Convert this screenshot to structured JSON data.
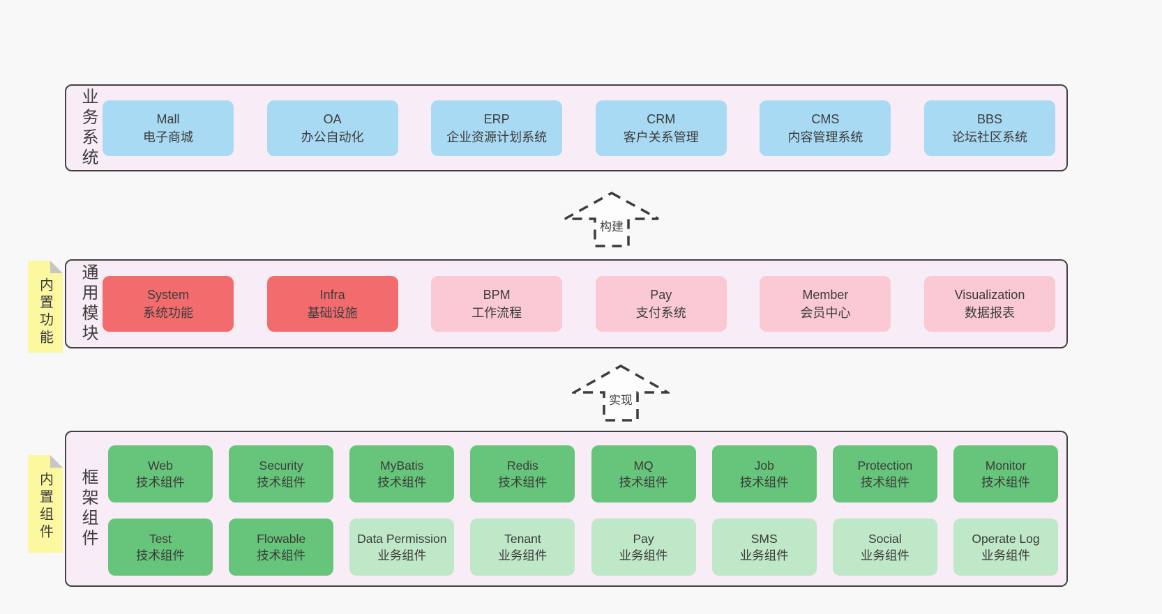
{
  "palette": {
    "page_bg": "#f8f8f8",
    "layer_bg": "#f8edf6",
    "layer_border": "#414141",
    "blue": "#a9daf3",
    "red": "#f26c6e",
    "pink": "#fac9d3",
    "green": "#66c57a",
    "light_green": "#bfe8c8",
    "note_yellow": "#fbf8a0",
    "note_fold_gray": "#c6c6c6",
    "text": "#3b3b3b"
  },
  "arrows": [
    {
      "label": "构建"
    },
    {
      "label": "实现"
    }
  ],
  "layers": [
    {
      "label": "业务系统",
      "boxes": [
        {
          "title": "Mall",
          "subtitle": "电子商城"
        },
        {
          "title": "OA",
          "subtitle": "办公自动化"
        },
        {
          "title": "ERP",
          "subtitle": "企业资源计划系统"
        },
        {
          "title": "CRM",
          "subtitle": "客户关系管理"
        },
        {
          "title": "CMS",
          "subtitle": "内容管理系统"
        },
        {
          "title": "BBS",
          "subtitle": "论坛社区系统"
        }
      ]
    },
    {
      "label": "通用模块",
      "note": "内置功能",
      "boxes": [
        {
          "title": "System",
          "subtitle": "系统功能"
        },
        {
          "title": "Infra",
          "subtitle": "基础设施"
        },
        {
          "title": "BPM",
          "subtitle": "工作流程"
        },
        {
          "title": "Pay",
          "subtitle": "支付系统"
        },
        {
          "title": "Member",
          "subtitle": "会员中心"
        },
        {
          "title": "Visualization",
          "subtitle": "数据报表"
        }
      ]
    },
    {
      "label": "框架组件",
      "note": "内置组件",
      "boxes": [
        {
          "title": "Web",
          "subtitle": "技术组件"
        },
        {
          "title": "Security",
          "subtitle": "技术组件"
        },
        {
          "title": "MyBatis",
          "subtitle": "技术组件"
        },
        {
          "title": "Redis",
          "subtitle": "技术组件"
        },
        {
          "title": "MQ",
          "subtitle": "技术组件"
        },
        {
          "title": "Job",
          "subtitle": "技术组件"
        },
        {
          "title": "Protection",
          "subtitle": "技术组件"
        },
        {
          "title": "Monitor",
          "subtitle": "技术组件"
        },
        {
          "title": "Test",
          "subtitle": "技术组件"
        },
        {
          "title": "Flowable",
          "subtitle": "技术组件"
        },
        {
          "title": "Data Permission",
          "subtitle": "业务组件"
        },
        {
          "title": "Tenant",
          "subtitle": "业务组件"
        },
        {
          "title": "Pay",
          "subtitle": "业务组件"
        },
        {
          "title": "SMS",
          "subtitle": "业务组件"
        },
        {
          "title": "Social",
          "subtitle": "业务组件"
        },
        {
          "title": "Operate Log",
          "subtitle": "业务组件"
        }
      ]
    }
  ]
}
